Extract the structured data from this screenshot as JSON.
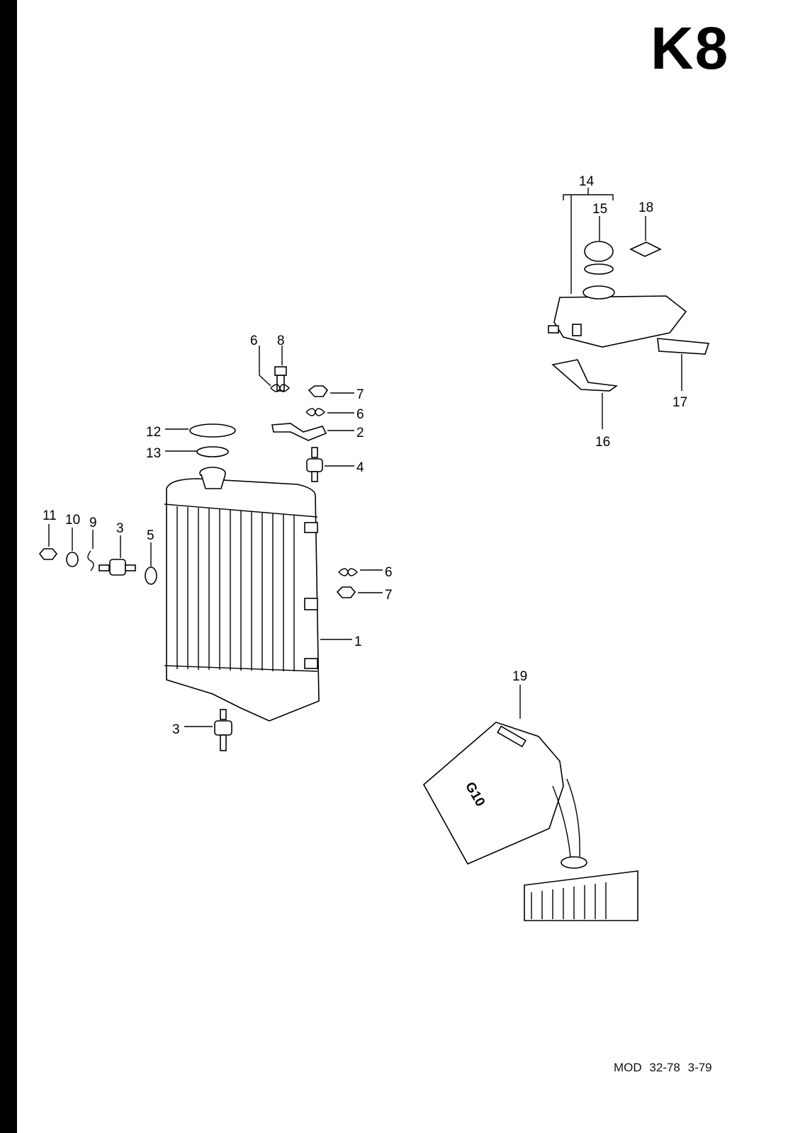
{
  "page_code": "K8",
  "footer": {
    "model": "MOD 32-78",
    "date": "3-79"
  },
  "callouts": {
    "c1": "1",
    "c2": "2",
    "c3a": "3",
    "c3b": "3",
    "c4": "4",
    "c5": "5",
    "c6a": "6",
    "c6b": "6",
    "c6c": "6",
    "c7a": "7",
    "c7b": "7",
    "c8": "8",
    "c9": "9",
    "c10": "10",
    "c11": "11",
    "c12": "12",
    "c13": "13",
    "c14": "14",
    "c15": "15",
    "c16": "16",
    "c17": "17",
    "c18": "18",
    "c19": "19"
  },
  "canister_marking": "G10"
}
